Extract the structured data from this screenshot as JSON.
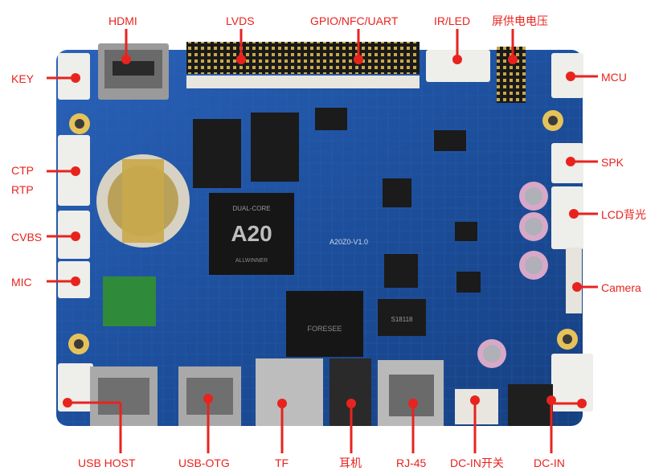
{
  "labels": {
    "hdmi": "HDMI",
    "lvds": "LVDS",
    "gpio": "GPIO/NFC/UART",
    "irled": "IR/LED",
    "screen_power": "屏供电电压",
    "key": "KEY",
    "mcu": "MCU",
    "ctp": "CTP",
    "rtp": "RTP",
    "spk": "SPK",
    "lcd_backlight": "LCD背光",
    "cvbs": "CVBS",
    "mic": "MIC",
    "camera": "Camera",
    "usb_host": "USB HOST",
    "usb_otg": "USB-OTG",
    "tf": "TF",
    "earphone": "耳机",
    "rj45": "RJ-45",
    "dcin_switch": "DC-IN开关",
    "dcin": "DC-IN"
  },
  "chips": {
    "soc_top": "DUAL-CORE",
    "soc_main": "A20",
    "soc_brand": "ALLWINNER",
    "board_name": "A20Z0-V1.0",
    "nand": "FORESEE",
    "phy": "S18118"
  },
  "colors": {
    "label": "#e8231e",
    "board": "#1d4f9c",
    "connector": "#eeeeea"
  }
}
